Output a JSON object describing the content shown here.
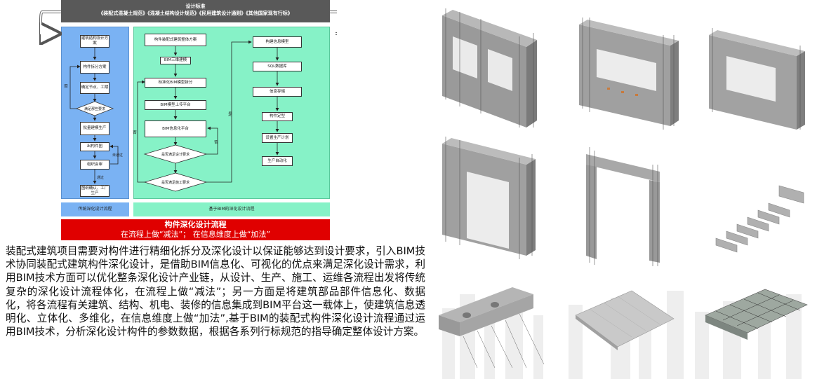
{
  "flowchart": {
    "header": {
      "title": "设计标准",
      "standards": "《装配式混凝土规范》《混凝土结构设计规范》《民用建筑设计通则》《其他国家现有行标》"
    },
    "left_lane": {
      "label": "传统深化设计流程",
      "nodes": [
        "建筑结构设计方案",
        "构件拆分方案",
        "确定节点、工期",
        "满足那些要求",
        "批量建模生产",
        "出构件图",
        "组织会审",
        "图纸确认、工厂生产"
      ],
      "no_label": "否",
      "fail_label": "未通过",
      "pass_label": "通过"
    },
    "right_lane": {
      "label": "基于BIM的深化设计流程",
      "col1": [
        "构件装配式建筑整体方案",
        "BIM三维建模",
        "标准化BIM模型拆分",
        "BIM模型上传平台",
        "BIM信息化平台",
        "是否满足设计要求",
        "是否满足施工要求"
      ],
      "col2": [
        "构建信息模型",
        "SQL数据库",
        "信息存储",
        "构件定型",
        "设置生产计划",
        "生产自动化"
      ],
      "no_label": "否",
      "yes_label": "是"
    },
    "footer": {
      "title": "构件深化设计流程",
      "subtitle": "在流程上做“减法”； 在信息维度上做“加法”"
    }
  },
  "paragraph": "装配式建筑项目需要对构件进行精细化拆分及深化设计以保证能够达到设计要求，引入BIM技术协同装配式建筑构件深化设计，是借助BIM信息化、可视化的优点来满足深化设计需求，利用BIM技术方面可以优化整条深化设计产业链，从设计、生产、施工、运维各流程出发将传统复杂的深化设计流程体化，在流程上做“减法”；另一方面是将建筑部品部件信息化、数据化，将各流程有关建筑、结构、机电、装修的信息集成到BIM平台这一载体上，使建筑信息透明化、立体化、多维化，在信息维度上做“加法”,基于BIM的装配式构件深化设计流程通过运用BIM技术，分析深化设计构件的参数数据，根据各系列行标规范的指导确定整体设计方案。",
  "gallery": {
    "items": [
      "wall-panel-two-windows",
      "wall-panel-wide-window",
      "wall-panel-window",
      "wall-panel-door",
      "frame-portal",
      "stair-flight",
      "slab-openings",
      "floor-slab",
      "rebar-cage-slab"
    ]
  }
}
